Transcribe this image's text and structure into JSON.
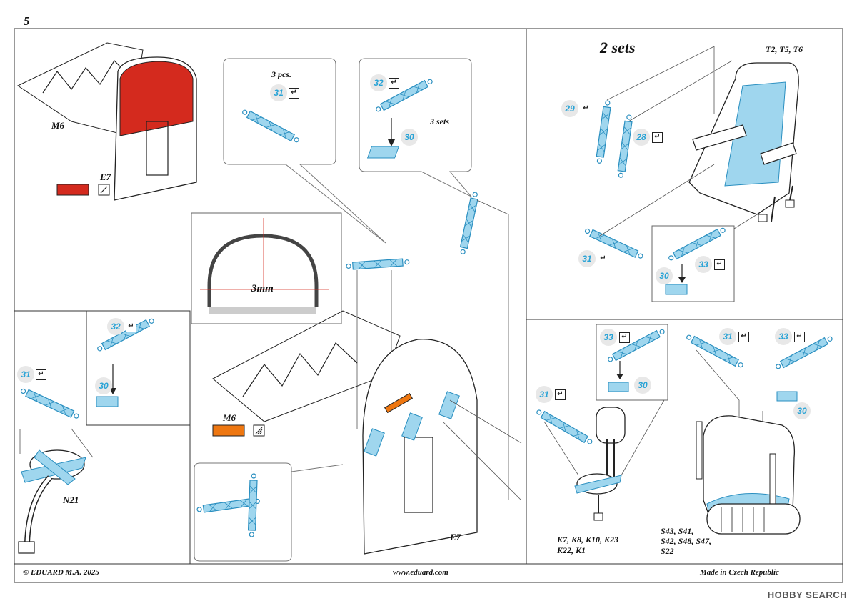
{
  "page": {
    "number": "5",
    "footer_left": "© EDUARD  M.A. 2025",
    "footer_center": "www.eduard.com",
    "footer_right": "Made in Czech Republic",
    "watermark": "HOBBY SEARCH"
  },
  "colors": {
    "red_paint": "#d42a1e",
    "orange_paint": "#ee7711",
    "pe_blue": "#9fd6ee",
    "outline": "#2a8fc0",
    "number_text": "#29a3d6"
  },
  "icons": [
    "bend-icon",
    "brush-icon",
    "airbrush-icon",
    "arrow-icon"
  ],
  "panel_left_top": {
    "part_m6": "M6",
    "part_e7": "E7"
  },
  "callout_a": {
    "qty": "3 pcs.",
    "part": "31"
  },
  "callout_b": {
    "part_top": "32",
    "part_bottom": "30",
    "qty": "3 sets"
  },
  "section_detail": {
    "dimension": "3mm"
  },
  "panel_left_bottom": {
    "part_31": "31",
    "part_32": "32",
    "part_30": "30",
    "part_n21": "N21"
  },
  "panel_center": {
    "paint_m6": "M6",
    "part_e7": "E7"
  },
  "panel_right_top": {
    "title": "2 sets",
    "variants": "T2, T5, T6",
    "part_29": "29",
    "part_28": "28",
    "part_31": "31",
    "part_30": "30",
    "part_33": "33"
  },
  "panel_right_bottom": {
    "part_33": "33",
    "part_30": "30",
    "part_31": "31",
    "part_31b": "31",
    "part_33b": "33",
    "part_30b": "30",
    "variants_left": "K7, K8, K10, K23",
    "variants_left2": "K22, K1",
    "variants_right": "S43, S41,",
    "variants_right2": "S42, S48, S47,",
    "variants_right3": "S22"
  }
}
